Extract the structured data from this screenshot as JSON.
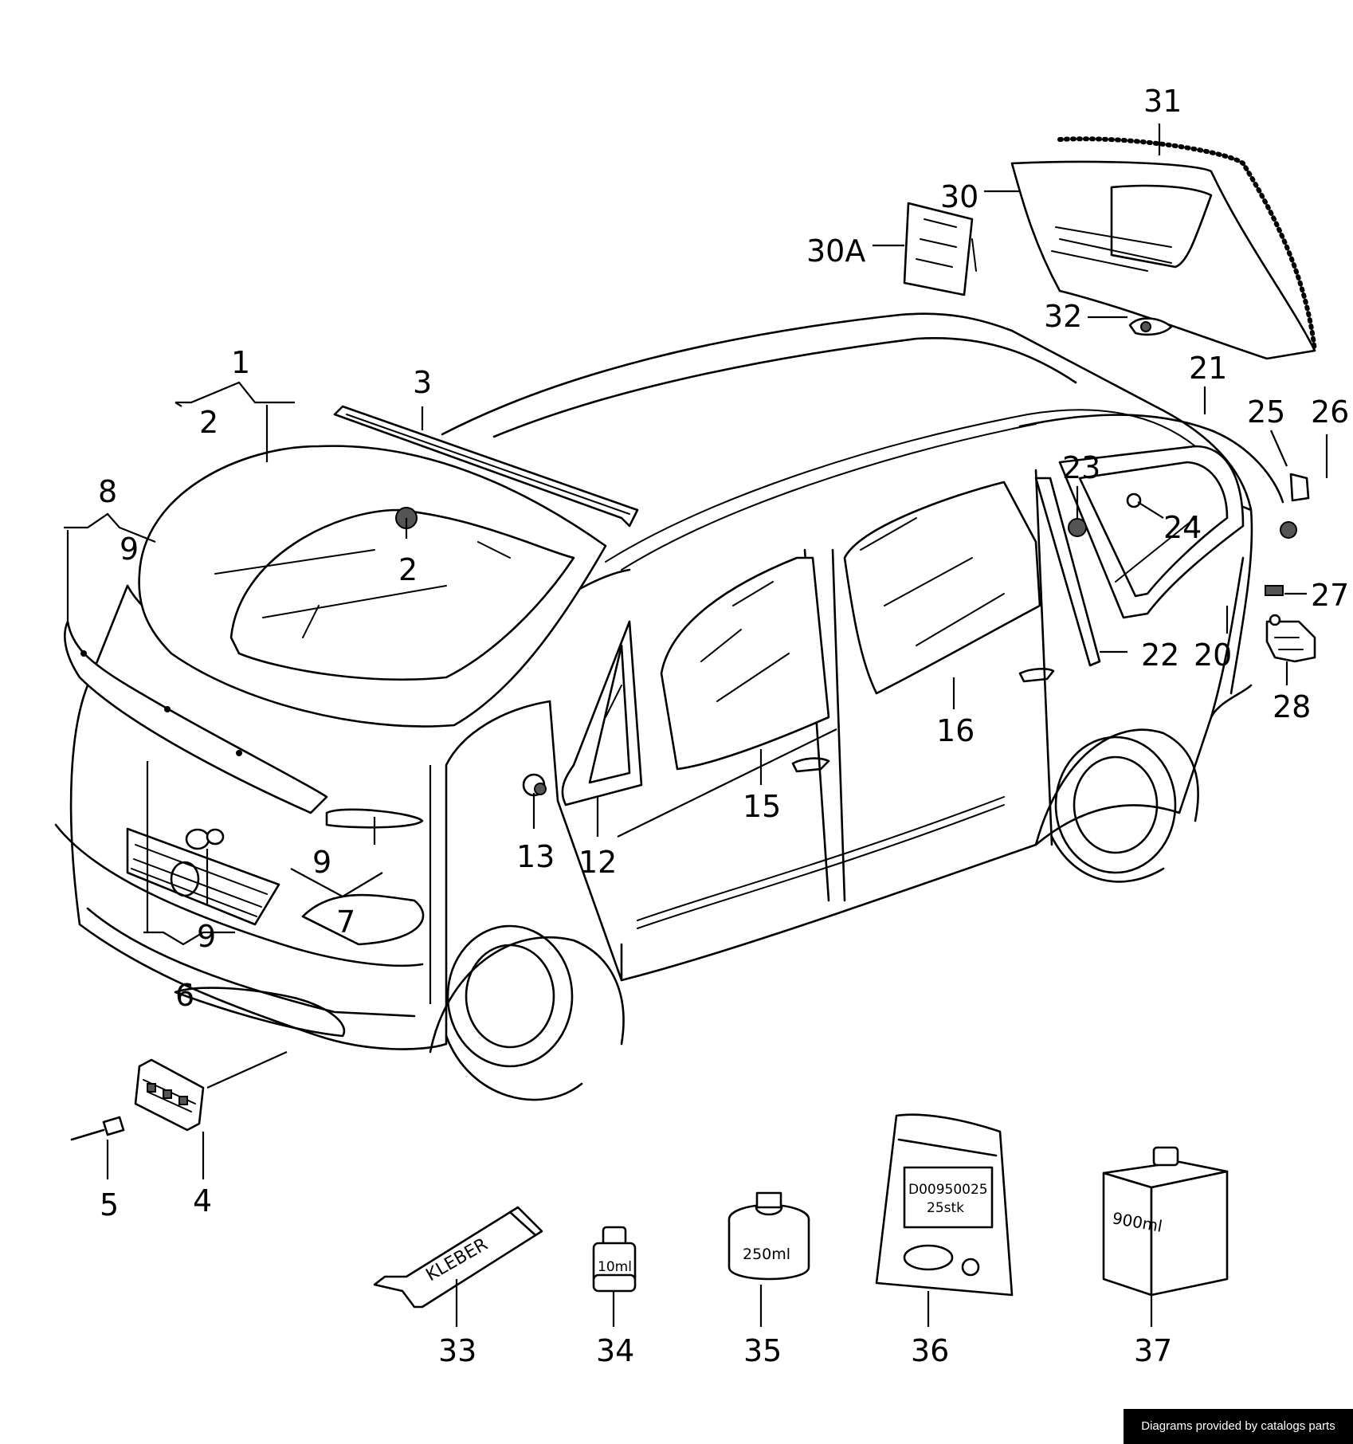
{
  "callouts": {
    "c1": "1",
    "c2a": "2",
    "c2b": "2",
    "c3": "3",
    "c4": "4",
    "c5": "5",
    "c6": "6",
    "c7": "7",
    "c8": "8",
    "c9a": "9",
    "c9b": "9",
    "c9c": "9",
    "c12": "12",
    "c13": "13",
    "c15": "15",
    "c16": "16",
    "c20": "20",
    "c21": "21",
    "c22": "22",
    "c23": "23",
    "c24": "24",
    "c25": "25",
    "c26": "26",
    "c27": "27",
    "c28": "28",
    "c30": "30",
    "c30a": "30A",
    "c31": "31",
    "c32": "32",
    "c33": "33",
    "c34": "34",
    "c35": "35",
    "c36": "36",
    "c37": "37"
  },
  "packaging": {
    "tube": "KLEBER",
    "bottle_small": "10ml",
    "jar": "250ml",
    "bag_code": "D00950025",
    "bag_qty": "25stk",
    "can": "900ml"
  },
  "credit": "Diagrams provided by catalogs parts"
}
